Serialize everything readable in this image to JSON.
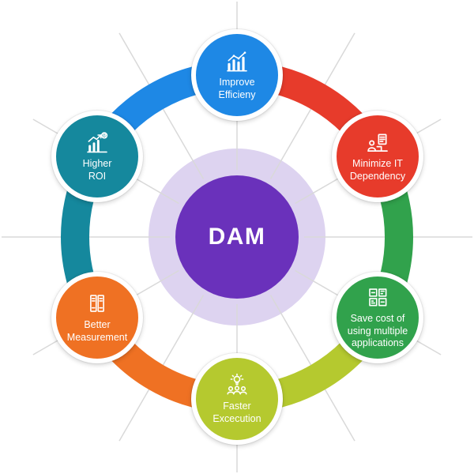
{
  "center": {
    "label": "DAM",
    "color": "#6A31BB",
    "halo_color": "#DDD3F0"
  },
  "spoke_color": "#D9D9D9",
  "nodes": [
    {
      "label": "Improve\nEfficieny",
      "color": "#1E88E5",
      "icon": "growth-chart-icon"
    },
    {
      "label": "Minimize IT\nDependency",
      "color": "#E73B2B",
      "icon": "it-dependency-icon"
    },
    {
      "label": "Save cost of\nusing multiple\napplications",
      "color": "#31A24C",
      "icon": "applications-grid-icon"
    },
    {
      "label": "Faster\nExcecution",
      "color": "#B5C92F",
      "icon": "idea-team-icon"
    },
    {
      "label": "Better\nMeasurement",
      "color": "#EF7123",
      "icon": "documents-icon"
    },
    {
      "label": "Higher\nROI",
      "color": "#15889D",
      "icon": "roi-chart-icon"
    }
  ]
}
